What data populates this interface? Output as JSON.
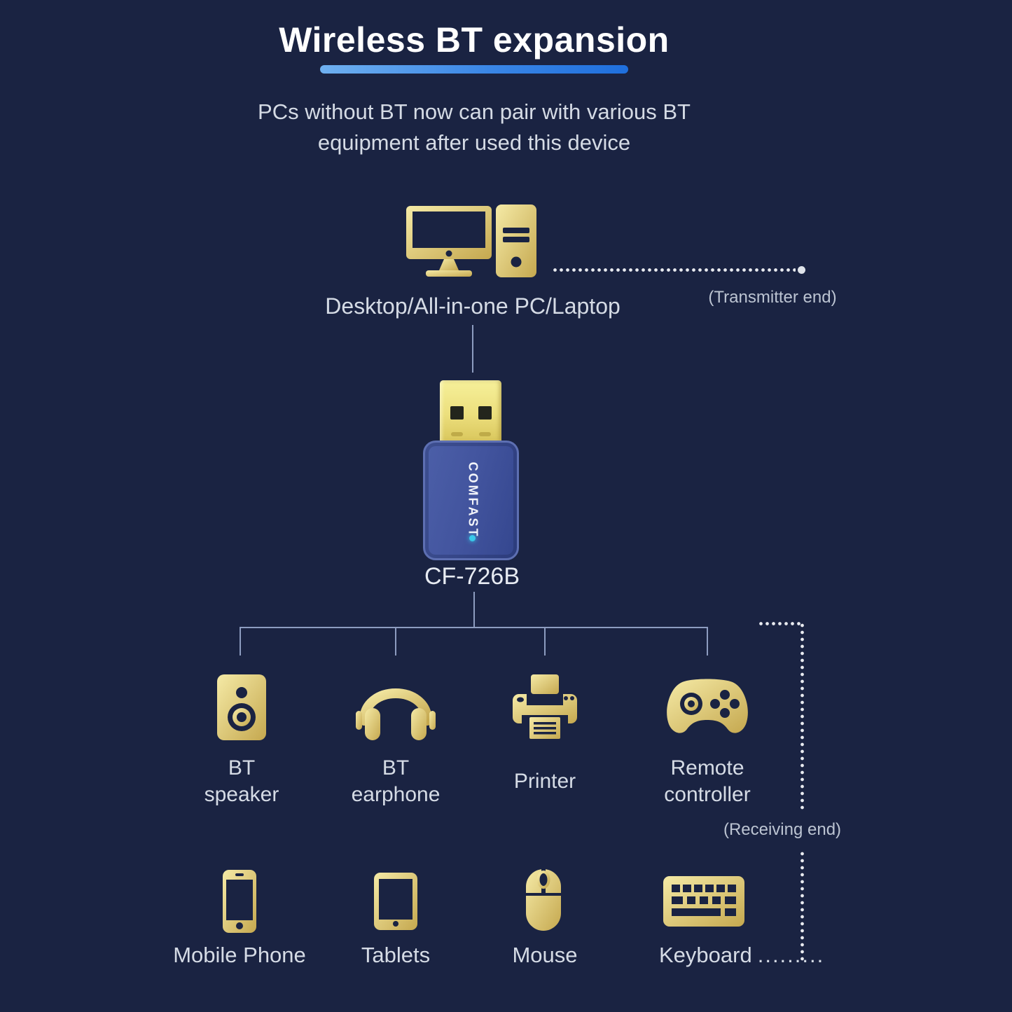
{
  "header": {
    "title": "Wireless BT expansion",
    "subtitle_line1": "PCs without BT now can pair with various BT",
    "subtitle_line2": "equipment after used this device"
  },
  "transmitter": {
    "device_label": "Desktop/All-in-one PC/Laptop",
    "end_label": "(Transmitter end)"
  },
  "adapter": {
    "brand": "COMFAST",
    "model": "CF-726B"
  },
  "receiver": {
    "end_label": "(Receiving end)",
    "row1": [
      {
        "icon": "bt-speaker-icon",
        "label_line1": "BT",
        "label_line2": "speaker"
      },
      {
        "icon": "bt-earphone-icon",
        "label_line1": "BT",
        "label_line2": "earphone"
      },
      {
        "icon": "printer-icon",
        "label": "Printer"
      },
      {
        "icon": "remote-controller-icon",
        "label_line1": "Remote",
        "label_line2": "controller"
      }
    ],
    "row2": [
      {
        "icon": "mobile-phone-icon",
        "label": "Mobile Phone"
      },
      {
        "icon": "tablet-icon",
        "label": "Tablets"
      },
      {
        "icon": "mouse-icon",
        "label": "Mouse"
      },
      {
        "icon": "keyboard-icon",
        "label": "Keyboard",
        "trailing_dots": "........."
      }
    ]
  },
  "colors": {
    "background": "#1a2342",
    "accent_bar_start": "#6fb0f0",
    "accent_bar_end": "#1f6fdd",
    "gold_light": "#f5eaa6",
    "gold_dark": "#c5a84f",
    "adapter_blue": "#42549e",
    "led_cyan": "#38c9ea",
    "line_blue": "#8d9cc0",
    "text_light": "#d5dbe5"
  }
}
